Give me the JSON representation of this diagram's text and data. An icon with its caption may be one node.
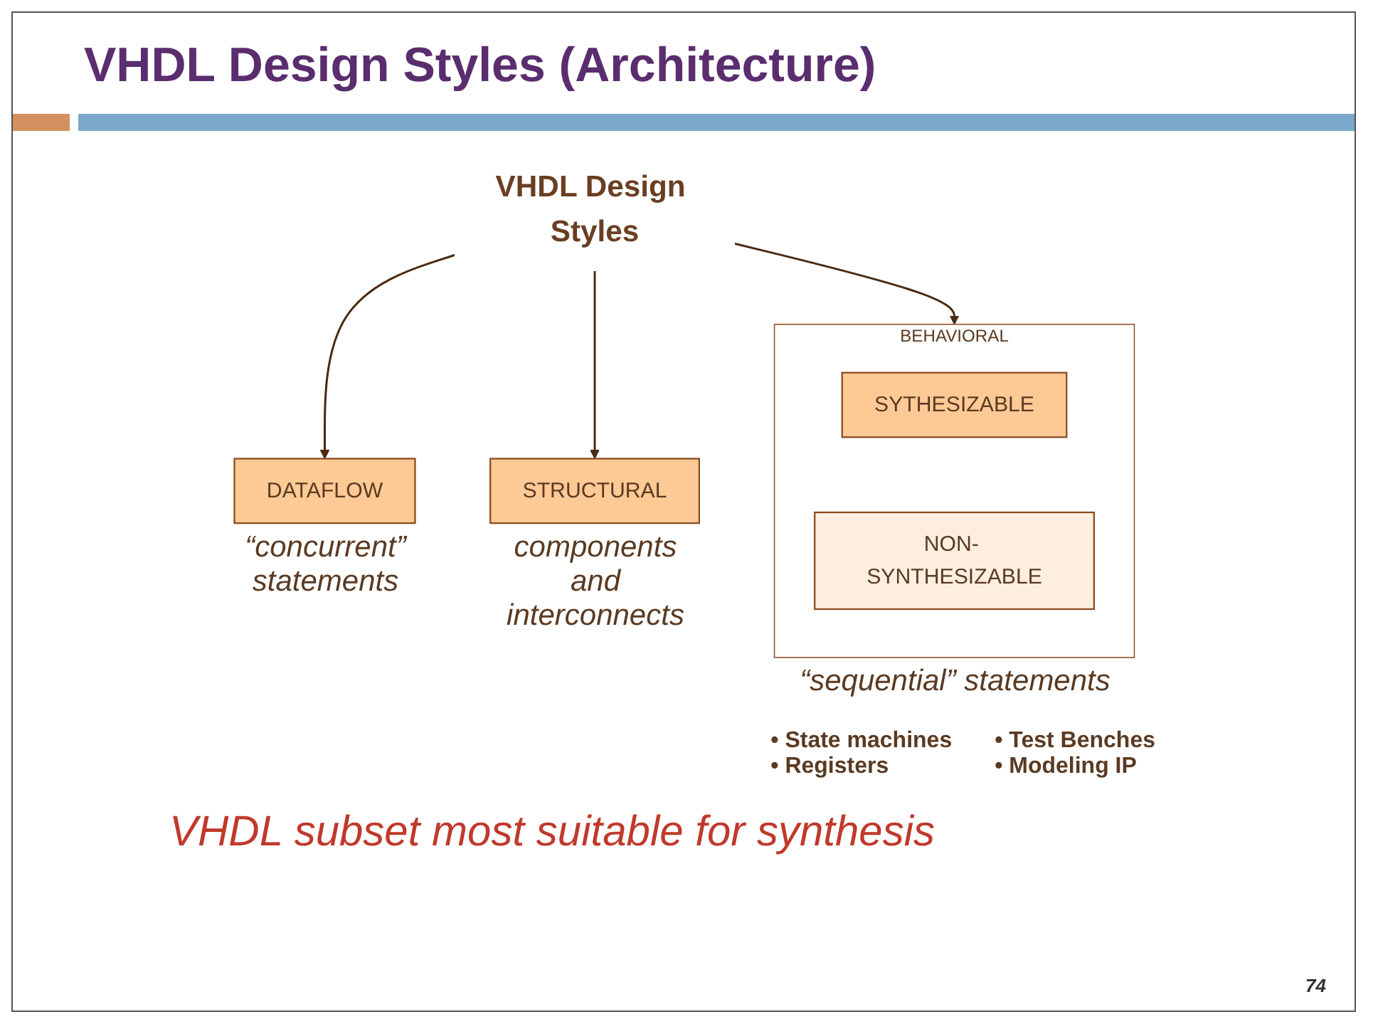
{
  "diagram": {
    "title": "VHDL Design Styles (Architecture)",
    "nodes": [
      {
        "text": [
          "VHDL Design Styles"
        ]
      },
      {
        "text": [
          "DATAFLOW"
        ],
        "beside": [
          "“concurrent” statements"
        ]
      },
      {
        "text": [
          "STRUCTURAL"
        ],
        "beside": [
          "components and interconnects"
        ]
      },
      {
        "text": [
          "BEHAVIORAL"
        ],
        "beside": [
          "“sequential” statements"
        ]
      },
      {
        "text": [
          "SYTHESIZABLE"
        ],
        "in": 3
      },
      {
        "text": [
          "NON- SYNTHESIZABLE"
        ],
        "in": 3
      }
    ],
    "edges": [
      {
        "from": 0,
        "to": 1,
        "arrow": "to"
      },
      {
        "from": 0,
        "to": 2,
        "arrow": "to"
      },
      {
        "from": 0,
        "to": 3,
        "arrow": "to"
      }
    ],
    "labels": [
      "• State machines",
      "• Test Benches",
      "• Registers",
      "• Modeling IP",
      "VHDL subset most suitable for synthesis",
      "74"
    ]
  }
}
